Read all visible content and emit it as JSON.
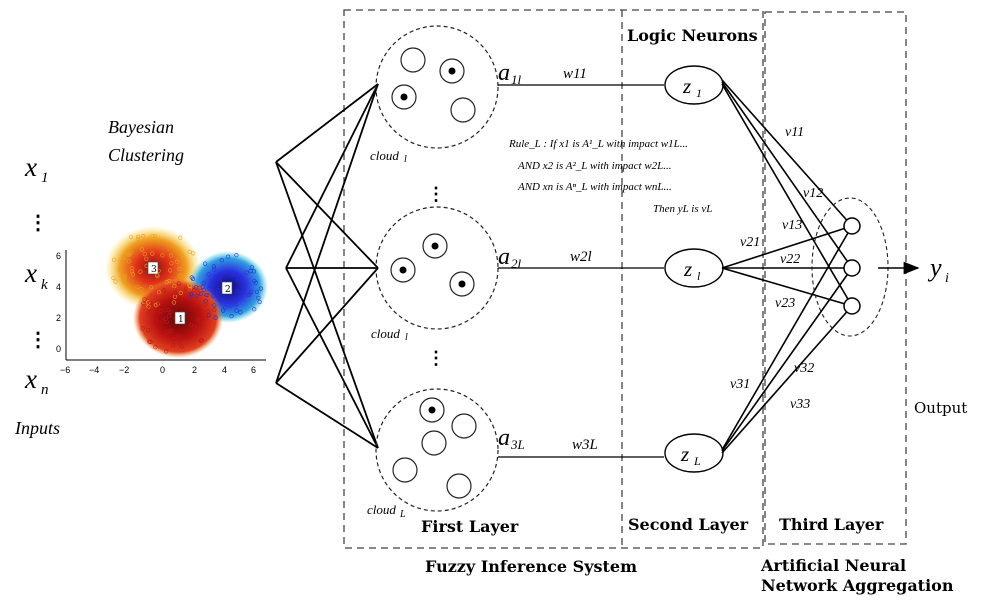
{
  "titles": {
    "bayesian_line1": "Bayesian",
    "bayesian_line2": "Clustering",
    "inputs": "Inputs",
    "logic_neurons": "Logic Neurons",
    "first_layer": "First Layer",
    "second_layer": "Second Layer",
    "third_layer": "Third Layer",
    "fuzzy_system": "Fuzzy Inference System",
    "ann_line1": "Artificial Neural",
    "ann_line2": "Network Aggregation",
    "output": "Output"
  },
  "inputs": {
    "x1": "x",
    "x1_sub": "1",
    "xk": "x",
    "xk_sub": "k",
    "xn": "x",
    "xn_sub": "n",
    "dots": "⋮"
  },
  "scatter": {
    "x_ticks": [
      "−6",
      "−4",
      "−2",
      "0",
      "2",
      "4",
      "6"
    ],
    "y_ticks": [
      "6",
      "4",
      "2",
      "0"
    ],
    "cluster_labels": [
      "3",
      "2",
      "1"
    ],
    "colors": {
      "warm": "#e8a020",
      "blue": "#2a2ad8",
      "red": "#c01818"
    }
  },
  "clouds": {
    "c1": "cloud",
    "c1_sub": "l",
    "c2": "cloud",
    "c2_sub": "l",
    "c3": "cloud",
    "c3_sub": "L",
    "dots": "⋮"
  },
  "activations": {
    "a1": "a",
    "a1_sub": "1l",
    "a2": "a",
    "a2_sub": "2l",
    "a3": "a",
    "a3_sub": "3L"
  },
  "weights": {
    "w1": "w11",
    "w2": "w2l",
    "w3": "w3L"
  },
  "neurons": {
    "z1": "z",
    "z1_sub": "1",
    "z2": "z",
    "z2_sub": "l",
    "z3": "z",
    "z3_sub": "L"
  },
  "rule": {
    "line1": "Rule_L : If x1 is A¹_L with impact w1L...",
    "line2": "AND x2 is A²_L with impact w2L...",
    "line3": "AND xn is Aⁿ_L with impact wnL...",
    "line4": "Then yL is vL"
  },
  "v_weights": {
    "v11": "v11",
    "v12": "v12",
    "v13": "v13",
    "v21": "v21",
    "v22": "v22",
    "v23": "v23",
    "v31": "v31",
    "v32": "v32",
    "v33": "v33"
  },
  "output_symbol": {
    "y": "y",
    "sub": "i"
  }
}
